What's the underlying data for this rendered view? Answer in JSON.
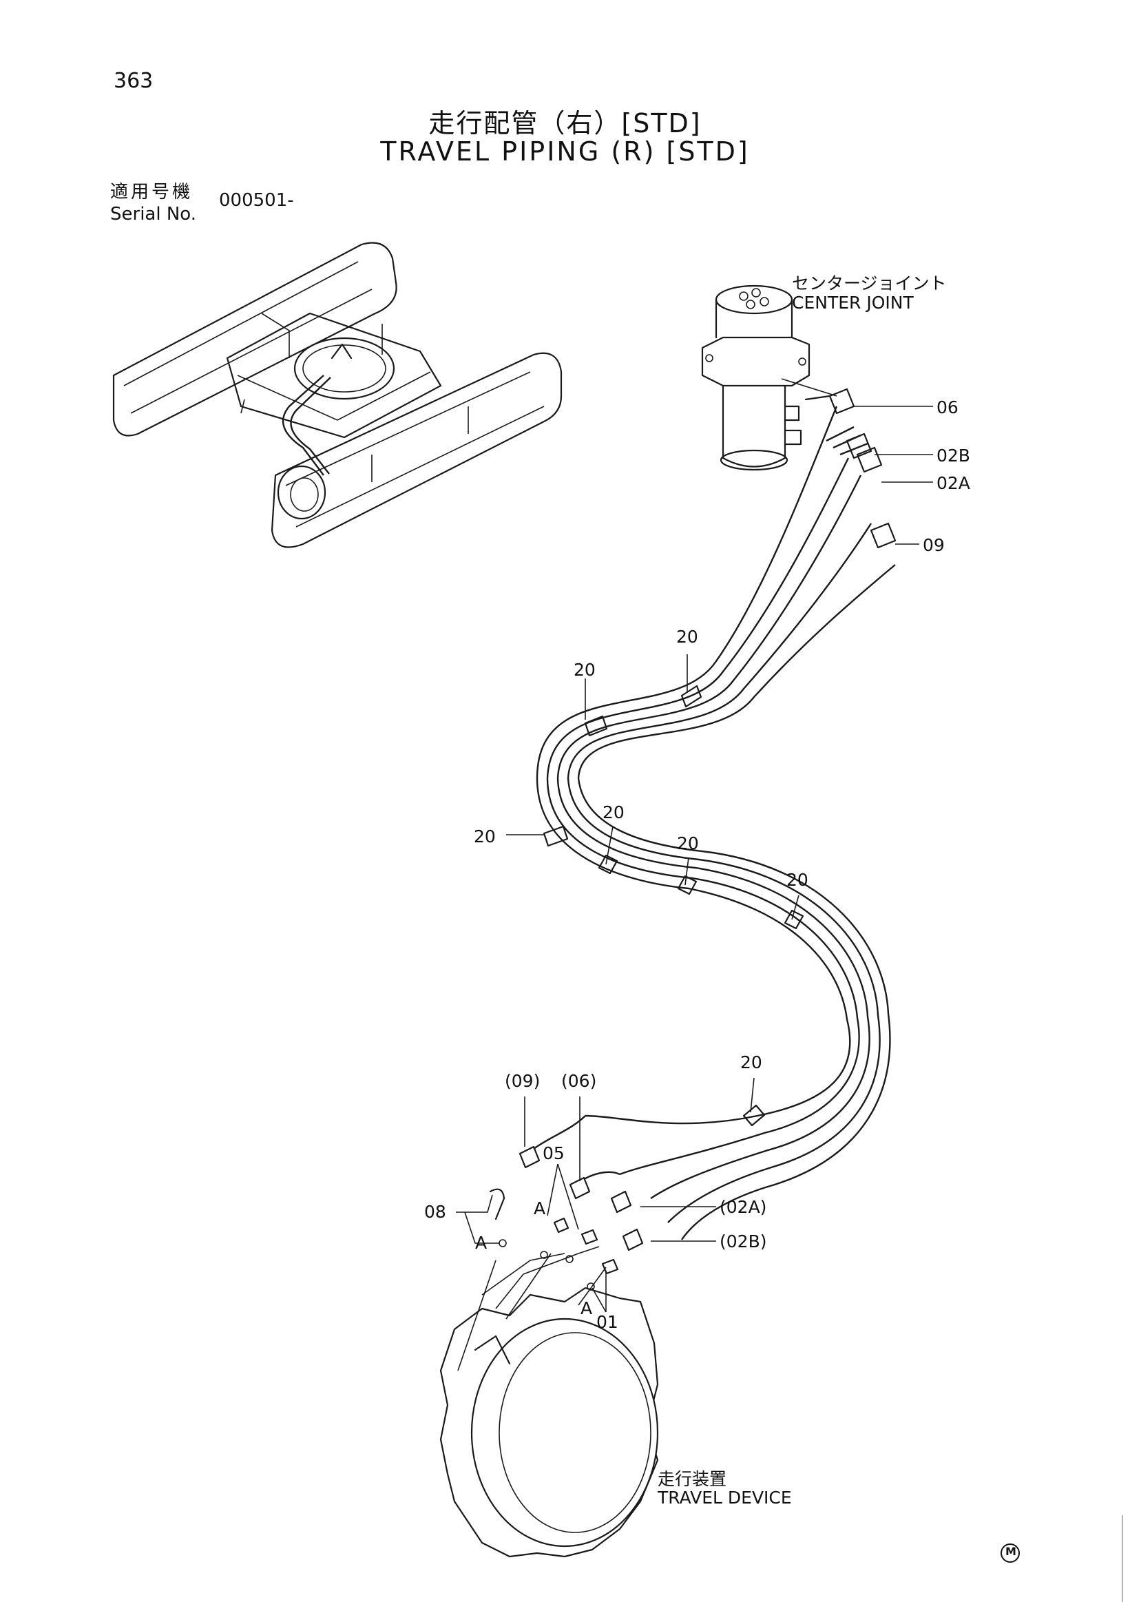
{
  "page": {
    "number": "363",
    "title_jp": "走行配管（右）[STD]",
    "title_en": "TRAVEL PIPING (R) [STD]",
    "serial_label_jp": "適用号機",
    "serial_label_en": "Serial No.",
    "serial_value": "000501-"
  },
  "components": {
    "center_joint_jp": "センタージョイント",
    "center_joint_en": "CENTER JOINT",
    "travel_device_jp": "走行装置",
    "travel_device_en": "TRAVEL DEVICE"
  },
  "callouts": {
    "c06": "06",
    "c02b": "02B",
    "c02a": "02A",
    "c09": "09",
    "c20": "20",
    "p09": "(09)",
    "p06": "(06)",
    "c05": "05",
    "c08": "08",
    "cA": "A",
    "p02a": "(02A)",
    "p02b": "(02B)",
    "c01": "01"
  },
  "footer": {
    "mark": "M"
  }
}
